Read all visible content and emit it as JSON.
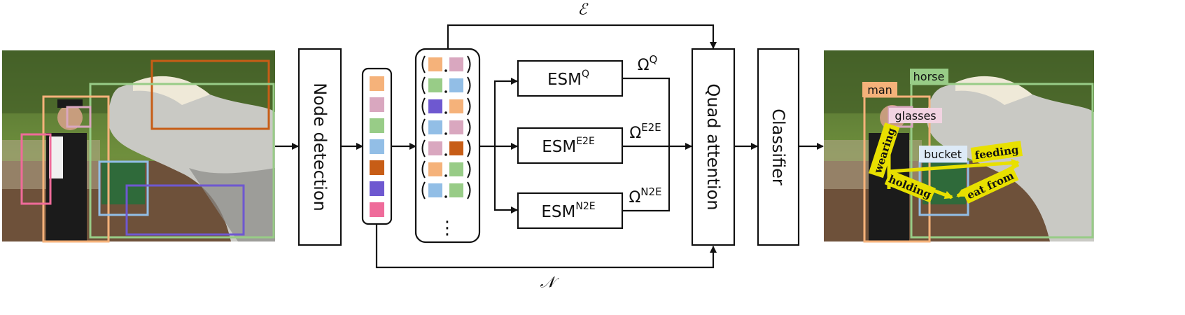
{
  "symbols": {
    "edges": "ℰ",
    "nodes": "𝒩"
  },
  "blocks": {
    "node_detection": "Node detection",
    "quad_attention": "Quad attention",
    "classifier": "Classifier"
  },
  "esm": [
    {
      "base": "ESM",
      "sup": "Q",
      "omega": "Ω",
      "omega_sup": "Q"
    },
    {
      "base": "ESM",
      "sup": "E2E",
      "omega": "Ω",
      "omega_sup": "E2E"
    },
    {
      "base": "ESM",
      "sup": "N2E",
      "omega": "Ω",
      "omega_sup": "N2E"
    }
  ],
  "node_colors": [
    "#F5B27A",
    "#D9A7BF",
    "#98CC87",
    "#92BEE6",
    "#C75D16",
    "#6E58D0",
    "#EF6B9A"
  ],
  "pair_colors": [
    [
      "#F5B27A",
      "#D9A7BF"
    ],
    [
      "#98CC87",
      "#92BEE6"
    ],
    [
      "#6E58D0",
      "#F5B27A"
    ],
    [
      "#92BEE6",
      "#D9A7BF"
    ],
    [
      "#D9A7BF",
      "#C75D16"
    ],
    [
      "#F5B27A",
      "#98CC87"
    ],
    [
      "#92BEE6",
      "#98CC87"
    ]
  ],
  "pair_ellipsis": "⋮",
  "output_labels": {
    "man": "man",
    "horse": "horse",
    "glasses": "glasses",
    "bucket": "bucket"
  },
  "relations": {
    "wearing": "wearing",
    "feeding": "feeding",
    "holding": "holding",
    "eat_from": "eat from"
  }
}
